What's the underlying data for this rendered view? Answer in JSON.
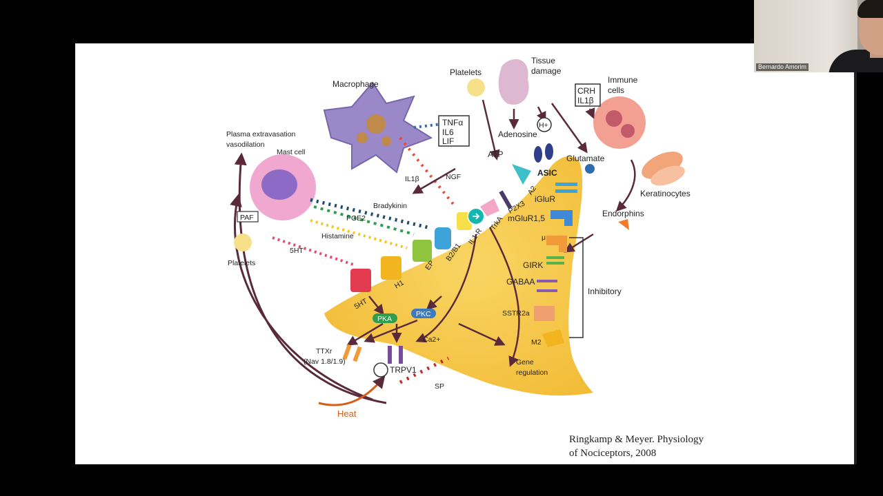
{
  "presentation": {
    "citation_line1": "Ringkamp & Meyer. Physiology",
    "citation_line2": "of Nociceptors, 2008"
  },
  "participant": {
    "name": "Bernardo Amorim",
    "icon": "video-participant-thumbnail"
  },
  "figure": {
    "cells": {
      "macrophage": "Macrophage",
      "platelets_top": "Platelets",
      "tissue_damage_1": "Tissue",
      "tissue_damage_2": "damage",
      "immune_cells_1": "Immune",
      "immune_cells_2": "cells",
      "mast_cell": "Mast cell",
      "platelets_left": "Platelets",
      "keratinocytes": "Keratinocytes",
      "plasma_extravasation_1": "Plasma extravasation",
      "plasma_extravasation_2": "vasodilation"
    },
    "mediators": {
      "tnfa": "TNFα",
      "il6": "IL6",
      "lif": "LIF",
      "crh": "CRH",
      "il1b_box": "IL1β",
      "il1b": "IL1β",
      "ngf": "NGF",
      "bradykinin": "Bradykinin",
      "pge2": "PGE2",
      "histamine": "Histamine",
      "paf": "PAF",
      "serotonin": "5HT",
      "atp": "ATP",
      "adenosine": "Adenosine",
      "proton": "H+",
      "glutamate": "Glutamate",
      "endorphins": "Endorphins",
      "heat": "Heat",
      "sp": "SP",
      "calcium": "Ca2+"
    },
    "receptors": {
      "r_5ht": "5HT",
      "r_h1": "H1",
      "r_ep": "EP",
      "r_b2b1": "B2/B1",
      "r_il1r": "IL1-R",
      "r_trka": "TrkA",
      "r_p2x3": "P2X3",
      "r_a2": "A2",
      "r_asic": "ASIC",
      "r_iglur": "iGluR",
      "r_mglur": "mGluR1,5",
      "r_mu": "μ",
      "r_girk": "GIRK",
      "r_gaba": "GABAA",
      "r_sstr2a": "SSTR2a",
      "r_m2": "M2",
      "inhibitory": "Inhibitory",
      "pka": "PKA",
      "pkc": "PKC",
      "ttxr_1": "TTXr",
      "ttxr_2": "(Nav 1.8/1.9)",
      "trpv1": "TRPV1",
      "gene_1": "Gene",
      "gene_2": "regulation"
    }
  },
  "colors": {
    "neuron": "#f5c94a",
    "arrow": "#5a2a3a",
    "macrophage": "#9a88c8",
    "mast_cell": "#e07fb8",
    "receptor_5ht": "#e23b4f",
    "receptor_h1": "#f2b520",
    "receptor_ep": "#8fc43e",
    "receptor_b2": "#3ea3d8",
    "receptor_il1r": "#f6e04a",
    "receptor_trka": "#f4a6c8",
    "cursor": "#12b7b0"
  }
}
